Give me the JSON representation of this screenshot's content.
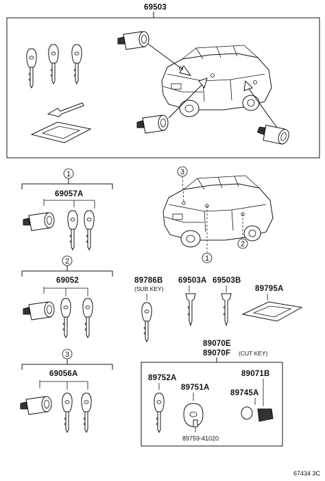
{
  "labels": {
    "kit_main": "69503",
    "kit_1": "69057A",
    "kit_2": "69052",
    "kit_3": "69056A",
    "sub_key": "89786B",
    "sub_key_note": "(SUB KEY)",
    "blank_1": "69503A",
    "blank_2": "69503B",
    "plate": "89795A",
    "cut_key_a": "89070E",
    "cut_key_b": "89070F",
    "cut_key_note": "(CUT KEY)",
    "key_a": "89752A",
    "transponder": "89751A",
    "cover_kit": "89071B",
    "cover": "89745A",
    "chip": "89759-41020",
    "diagram_code": "67434 3C"
  },
  "callouts": {
    "c1": "1",
    "c2": "2",
    "c3": "3"
  }
}
